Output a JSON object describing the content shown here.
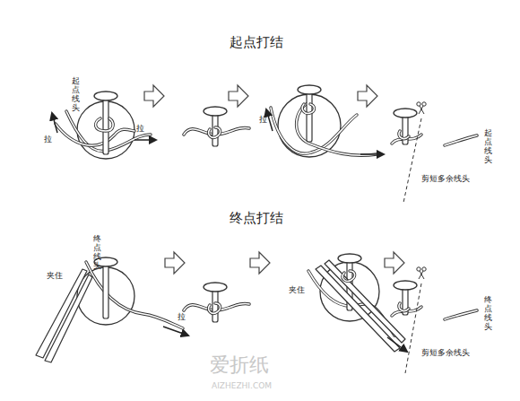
{
  "diagram": {
    "labels": [
      "起点打结",
      "起点线头",
      "拉",
      "拉",
      "拉",
      "起点线头",
      "剪短多余线头",
      "终点打结",
      "夹住",
      "终点线头",
      "拉",
      "夹住",
      "终点线头",
      "剪短多余线头",
      "爱折纸",
      "AIZHEZHI.COM"
    ]
  }
}
